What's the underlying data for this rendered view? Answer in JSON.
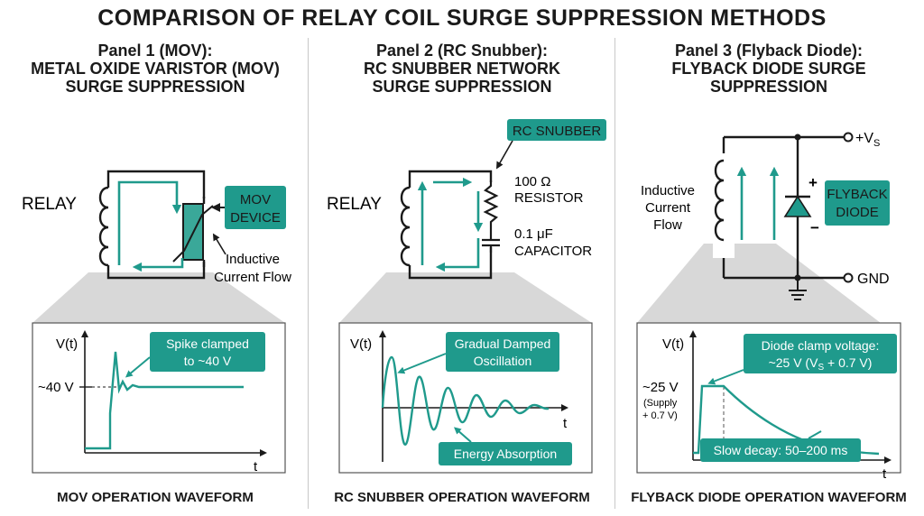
{
  "title": "COMPARISON OF RELAY COIL SURGE SUPPRESSION METHODS",
  "colors": {
    "teal": "#1f9a8c",
    "dark": "#1a1a1a",
    "zoom": "#c9c9c9"
  },
  "panel1": {
    "heading": "Panel 1 (MOV):",
    "subtitle_line1": "METAL OXIDE VARISTOR (MOV)",
    "subtitle_line2": "SURGE SUPPRESSION",
    "relay_label": "RELAY",
    "device_label_line1": "MOV",
    "device_label_line2": "DEVICE",
    "flow_label_line1": "Inductive",
    "flow_label_line2": "Current Flow",
    "y_axis": "V(t)",
    "x_axis": "t",
    "level_label": "~40 V",
    "callout_line1": "Spike clamped",
    "callout_line2": "to ~40 V",
    "footer": "MOV OPERATION WAVEFORM"
  },
  "panel2": {
    "heading": "Panel 2 (RC Snubber):",
    "subtitle_line1": "RC SNUBBER NETWORK",
    "subtitle_line2": "SURGE SUPPRESSION",
    "relay_label": "RELAY",
    "snubber_tag": "RC SNUBBER",
    "resistor_line1": "100 Ω",
    "resistor_line2": "RESISTOR",
    "capacitor_line1": "0.1 μF",
    "capacitor_line2": "CAPACITOR",
    "y_axis": "V(t)",
    "x_axis": "t",
    "callout_line1": "Gradual Damped",
    "callout_line2": "Oscillation",
    "callout_bottom": "Energy Absorption",
    "footer": "RC SNUBBER OPERATION WAVEFORM"
  },
  "panel3": {
    "heading": "Panel 3 (Flyback Diode):",
    "subtitle_line1": "FLYBACK DIODE SURGE",
    "subtitle_line2": "SUPPRESSION",
    "flow_label_line1": "Inductive",
    "flow_label_line2": "Current",
    "flow_label_line3": "Flow",
    "diode_label_line1": "FLYBACK",
    "diode_label_line2": "DIODE",
    "supply_label": "+V",
    "supply_sub": "S",
    "gnd_label": "GND",
    "plus_sign": "+",
    "minus_sign": "−",
    "y_axis": "V(t)",
    "x_axis": "t",
    "level_label": "~25 V",
    "level_note_line1": "(Supply",
    "level_note_line2": "+ 0.7 V)",
    "callout_line1": "Diode clamp voltage:",
    "callout_line2_a": "~25 V (V",
    "callout_line2_sub": "S",
    "callout_line2_b": " + 0.7 V)",
    "callout_bottom": "Slow decay: 50–200 ms",
    "footer": "FLYBACK DIODE OPERATION WAVEFORM"
  }
}
